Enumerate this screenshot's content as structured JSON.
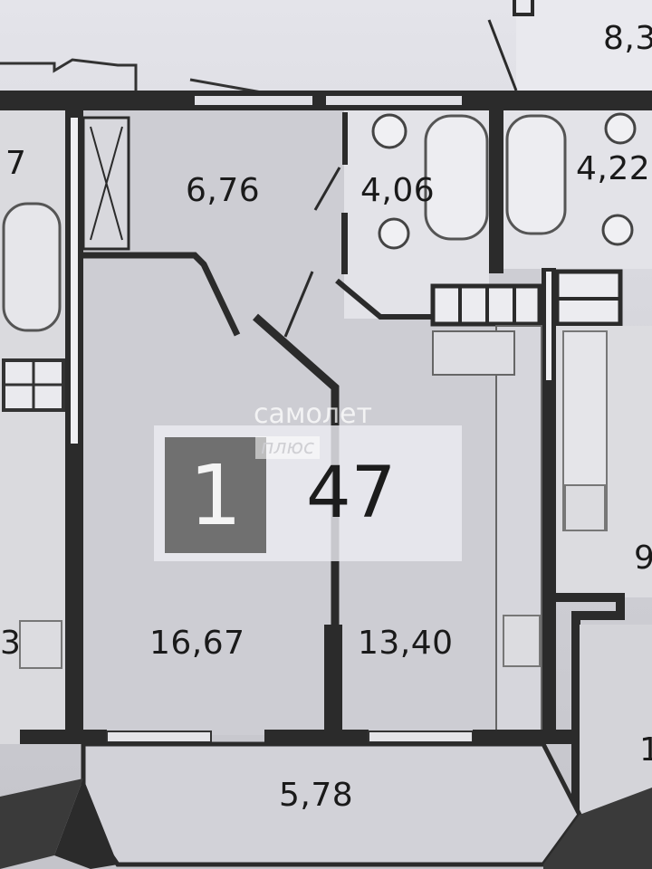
{
  "plan": {
    "areas": {
      "hallway": "6,76",
      "bathroom": "4,06",
      "bathroom_neighbor_right": "4,22",
      "neighbor_top": "8,3",
      "neighbor_left_top": "7",
      "neighbor_left_bottom": "3",
      "neighbor_right_mid": "9",
      "neighbor_right_bottom": "1",
      "living_room": "16,67",
      "kitchen": "13,40",
      "loggia": "5,78"
    },
    "badge": {
      "rooms": "1",
      "total_area": "47"
    },
    "watermark": {
      "brand": "самолет",
      "sub": "плюс"
    }
  },
  "colors": {
    "wall": "#2b2b2b",
    "room": "#cdcdd3",
    "badge_square": "#707070",
    "paper": "#e4e4ea"
  }
}
